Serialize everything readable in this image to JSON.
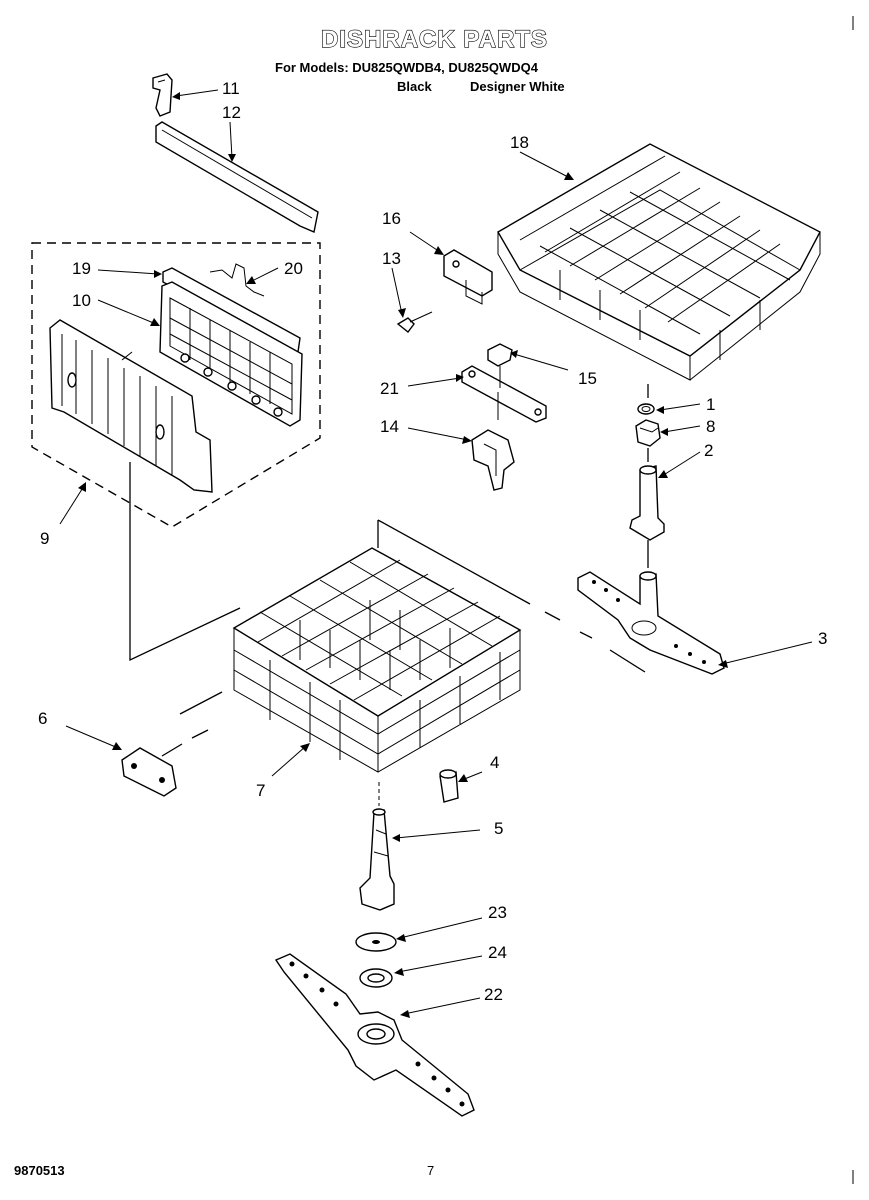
{
  "header": {
    "title": "DISHRACK PARTS",
    "models_line": "For Models: DU825QWDB4, DU825QWDQ4",
    "variant_black": "Black",
    "variant_white": "Designer White"
  },
  "callouts": [
    "11",
    "12",
    "18",
    "16",
    "13",
    "19",
    "20",
    "10",
    "15",
    "21",
    "1",
    "8",
    "14",
    "2",
    "9",
    "3",
    "6",
    "4",
    "7",
    "5",
    "23",
    "24",
    "22"
  ],
  "footer": {
    "code": "9870513",
    "page": "7"
  }
}
